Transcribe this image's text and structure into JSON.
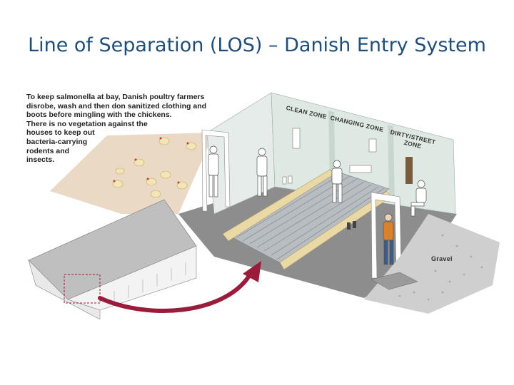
{
  "slide": {
    "title": "Line of Separation (LOS) – Danish Entry System"
  },
  "caption_lines": [
    "To keep salmonella at bay, Danish poultry farmers",
    "disrobe, wash and then don sanitized clothing and",
    "boots before mingling with the chickens.",
    "There is no vegetation against the",
    "houses to keep out",
    "bacteria-carrying",
    "rodents and",
    "insects."
  ],
  "zones": {
    "clean": "CLEAN ZONE",
    "changing": "CHANGING ZONE",
    "dirty_line1": "DIRTY/STREET",
    "dirty_line2": "ZONE",
    "gravel": "Gravel"
  },
  "colors": {
    "title": "#1f4e79",
    "arrow": "#9b1b3a",
    "wall": "#dfe9e4",
    "floor": "#8c8c8c",
    "bench": "#e8d9a6",
    "sand": "#ead9c4"
  }
}
